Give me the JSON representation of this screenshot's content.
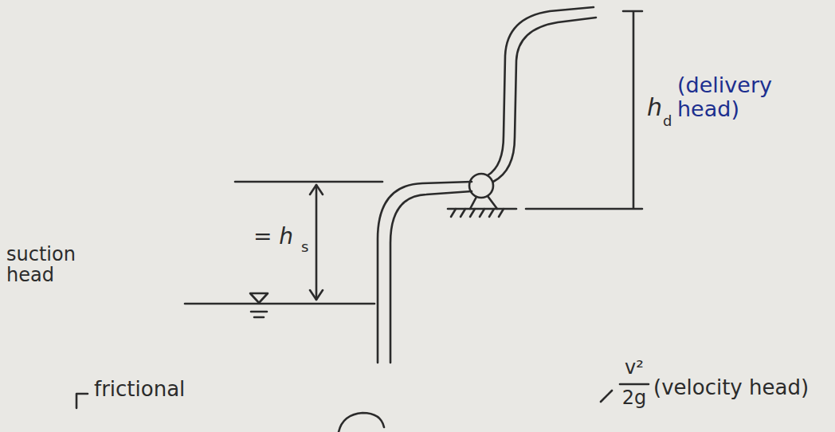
{
  "diagram": {
    "labels": [
      "h",
      "d",
      "(delivery head)",
      "= h",
      "s",
      "suction head",
      "frictional",
      "v²",
      "2g",
      "(velocity head)"
    ]
  }
}
